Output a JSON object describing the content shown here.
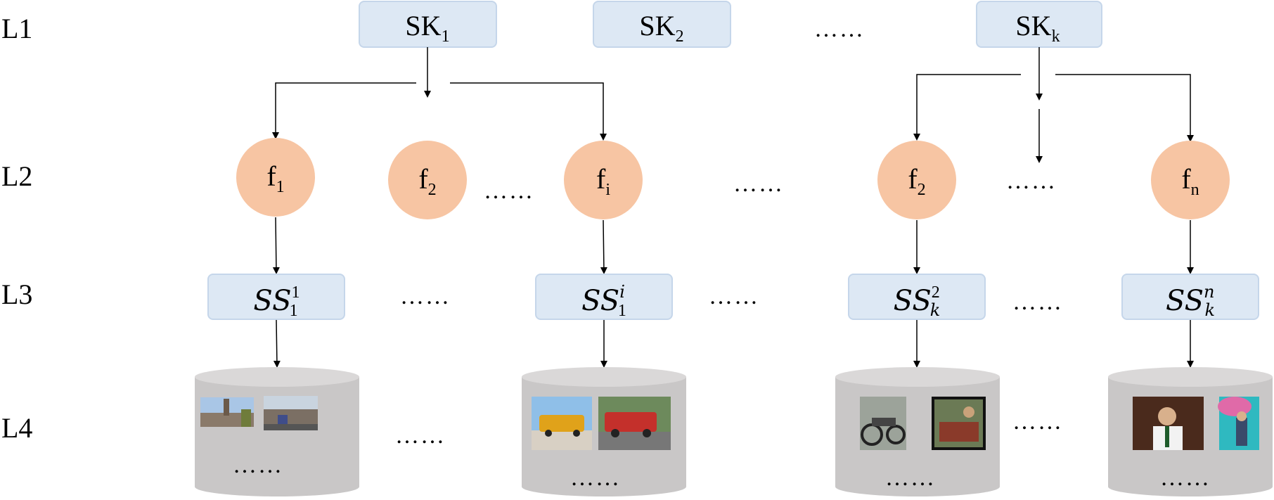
{
  "levels": [
    "L1",
    "L2",
    "L3",
    "L4"
  ],
  "sk_nodes": [
    {
      "base": "SK",
      "sub": "1"
    },
    {
      "base": "SK",
      "sub": "2"
    },
    {
      "base": "SK",
      "sub": "k"
    }
  ],
  "f_nodes": [
    {
      "base": "f",
      "sub": "1"
    },
    {
      "base": "f",
      "sub": "2"
    },
    {
      "base": "f",
      "sub": "i"
    },
    {
      "base": "f",
      "sub": "2"
    },
    {
      "base": "f",
      "sub": "n"
    }
  ],
  "ss_nodes": [
    {
      "base": "SS",
      "sup": "1",
      "sub": "1"
    },
    {
      "base": "SS",
      "sup": "i",
      "sub": "1"
    },
    {
      "base": "SS",
      "sup": "2",
      "sub": "k"
    },
    {
      "base": "SS",
      "sup": "n",
      "sub": "k"
    }
  ],
  "ellipsis": "……",
  "colors": {
    "box_fill": "#dde8f4",
    "box_stroke": "#c5d6ea",
    "circle_fill": "#f7c5a3",
    "cylinder_body": "#c9c7c7",
    "cylinder_top": "#dad8d8",
    "arrow": "#000000"
  }
}
